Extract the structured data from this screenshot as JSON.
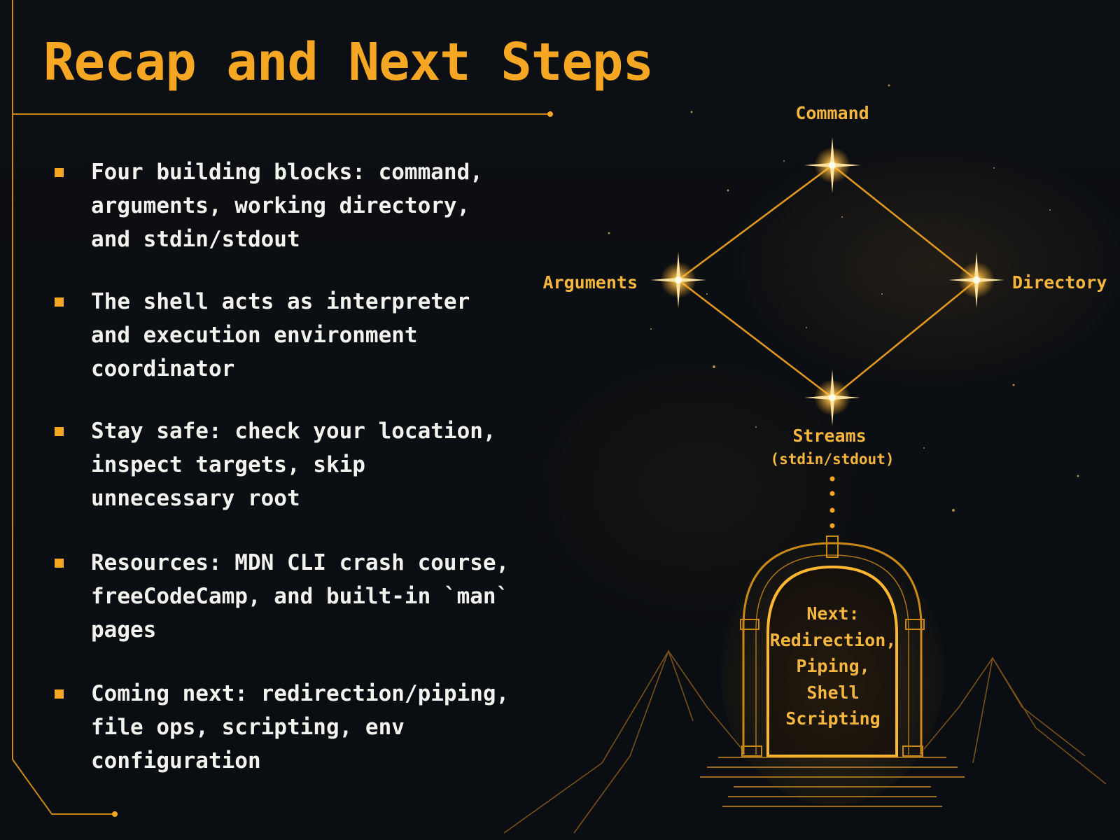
{
  "title": "Recap and Next Steps",
  "bullets": [
    {
      "text": "Four building blocks: command,\narguments, working directory,\nand stdin/stdout"
    },
    {
      "text": "The shell acts as interpreter\nand execution environment\ncoordinator"
    },
    {
      "text": "Stay safe: check your location,\ninspect targets, skip\nunnecessary root"
    },
    {
      "text": "Resources: MDN CLI crash course,\nfreeCodeCamp, and built-in `man`\npages"
    },
    {
      "text": "Coming next: redirection/piping,\nfile ops, scripting, env\nconfiguration"
    }
  ],
  "diagram": {
    "nodes": {
      "top": "Command",
      "left": "Arguments",
      "right": "Directory",
      "bottom": "Streams",
      "bottom_sub": "(stdin/stdout)"
    }
  },
  "portal": {
    "text": "Next:\nRedirection,\nPiping,\nShell\nScripting"
  },
  "colors": {
    "accent": "#f5a623",
    "background": "#0b0e12",
    "text": "#f2f2ee"
  }
}
